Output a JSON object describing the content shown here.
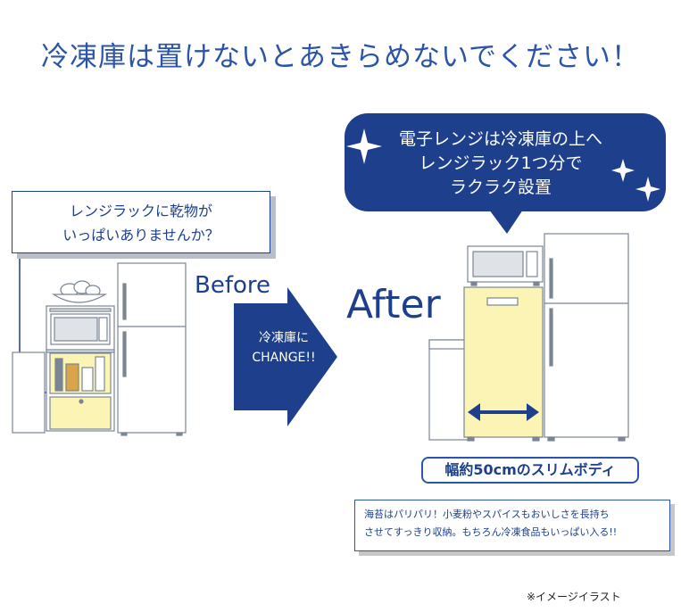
{
  "headline": "冷凍庫は置けないとあきらめないでください！",
  "before_callout": {
    "line1": "レンジラックに乾物が",
    "line2": "いっぱいありませんか？"
  },
  "before_label": "Before",
  "after_label": "After",
  "arrow": {
    "line1": "冷凍庫に",
    "line2": "CHANGE!!"
  },
  "after_bubble": {
    "line1": "電子レンジは冷凍庫の上へ",
    "line2": "レンジラック1つ分で",
    "line3": "ラクラク設置"
  },
  "width_badge": "幅約50cmのスリムボディ",
  "note": {
    "line1": "海苔はパリパリ！小麦粉やスパイスもおいしさを長持ち",
    "line2": "させてすっきり収納。もちろん冷凍食品もいっぱい入る!!"
  },
  "footnote": "※イメージイラスト",
  "colors": {
    "navy": "#1d3f8c",
    "blue": "#2a55a8",
    "highlight_yellow": "#fbf4b4",
    "shadow_gray": "#b9bfc8"
  }
}
